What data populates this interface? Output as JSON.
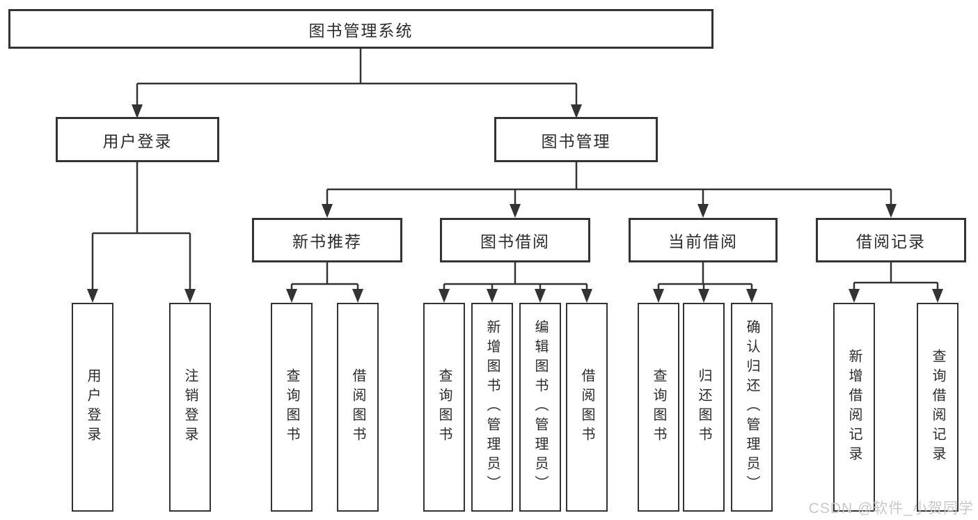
{
  "nodes": {
    "root": {
      "label": "图书管理系统"
    },
    "user_login": {
      "label": "用户登录",
      "children": [
        {
          "label": "用户登录"
        },
        {
          "label": "注销登录"
        }
      ]
    },
    "book_mgmt": {
      "label": "图书管理",
      "sections": {
        "new_book": {
          "label": "新书推荐",
          "children": [
            {
              "label": "查询图书"
            },
            {
              "label": "借阅图书"
            }
          ]
        },
        "book_borrow": {
          "label": "图书借阅",
          "children": [
            {
              "label": "查询图书"
            },
            {
              "label": "新增图书（管理员）"
            },
            {
              "label": "编辑图书（管理员）"
            },
            {
              "label": "借阅图书"
            }
          ]
        },
        "current_borrow": {
          "label": "当前借阅",
          "children": [
            {
              "label": "查询图书"
            },
            {
              "label": "归还图书"
            },
            {
              "label": "确认归还（管理员）"
            }
          ]
        },
        "borrow_record": {
          "label": "借阅记录",
          "children": [
            {
              "label": "新增借阅记录"
            },
            {
              "label": "查询借阅记录"
            }
          ]
        }
      }
    }
  },
  "watermark": "CSDN @软件_小贺同学",
  "colors": {
    "line": "#333333",
    "text": "#2b2b2b",
    "watermark": "#c8c8c8"
  }
}
